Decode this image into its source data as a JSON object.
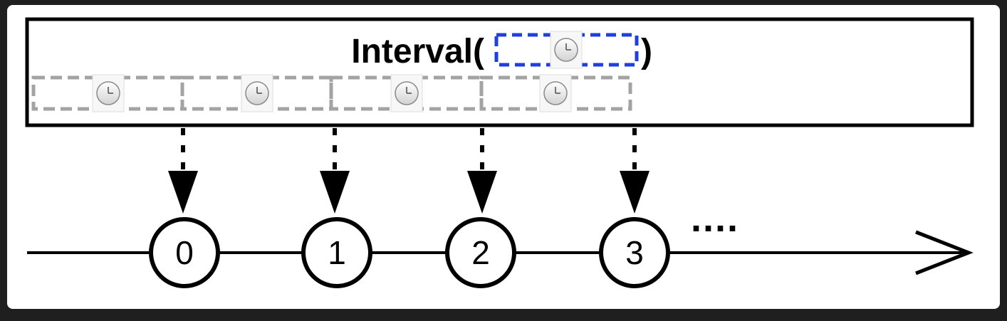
{
  "operator": {
    "name": "Interval(",
    "close_paren": ")"
  },
  "emissions": [
    "0",
    "1",
    "2",
    "3"
  ],
  "continuation": "....",
  "colors": {
    "page_background": "#1f1f1f",
    "card_background": "#ffffff",
    "outline": "#000000",
    "interval_box": "#1f3fe0",
    "timer_box": "#a3a3a3"
  },
  "icons": {
    "timer": "clock-icon"
  }
}
